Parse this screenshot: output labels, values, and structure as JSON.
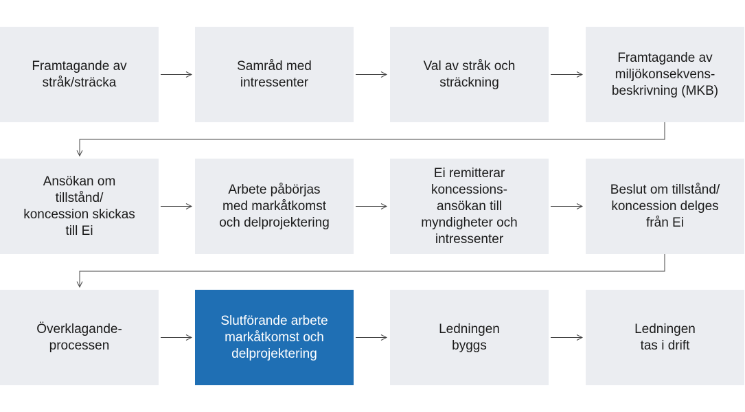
{
  "colors": {
    "box_fill": "#ebedf1",
    "highlight_fill": "#1f6fb4",
    "text": "#1a1a1a",
    "highlight_text": "#ffffff",
    "connector": "#444444"
  },
  "steps": [
    {
      "label": "Framtagande av\nstråk/sträcka",
      "highlighted": false
    },
    {
      "label": "Samråd med\nintressenter",
      "highlighted": false
    },
    {
      "label": "Val av stråk och\nsträckning",
      "highlighted": false
    },
    {
      "label": "Framtagande av\nmiljökonsekvens-\nbeskrivning (MKB)",
      "highlighted": false
    },
    {
      "label": "Ansökan om\ntillstånd/\nkoncession skickas\ntill Ei",
      "highlighted": false
    },
    {
      "label": "Arbete påbörjas\nmed markåtkomst\noch delprojektering",
      "highlighted": false
    },
    {
      "label": "Ei remitterar\nkoncessions-\nansökan till\nmyndigheter och\nintressenter",
      "highlighted": false
    },
    {
      "label": "Beslut om tillstånd/\nkoncession delges\nfrån Ei",
      "highlighted": false
    },
    {
      "label": "Överklagande-\nprocessen",
      "highlighted": false
    },
    {
      "label": "Slutförande arbete\nmarkåtkomst och\ndelprojektering",
      "highlighted": true
    },
    {
      "label": "Ledningen\nbyggs",
      "highlighted": false
    },
    {
      "label": "Ledningen\ntas i drift",
      "highlighted": false
    }
  ]
}
